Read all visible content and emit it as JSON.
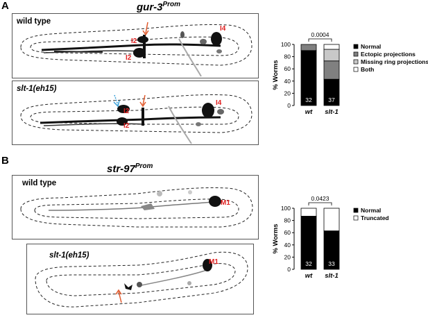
{
  "panel_a": {
    "letter": "A",
    "gene": "gur-3",
    "gene_sup": "Prom",
    "top_image_label": "wild type",
    "bottom_image_label": "slt-1(eh15)",
    "top_neuron_labels": [
      "I2",
      "I2",
      "I4"
    ],
    "bottom_neuron_labels": [
      "I2",
      "I2",
      "I4"
    ]
  },
  "panel_b": {
    "letter": "B",
    "gene": "str-97",
    "gene_sup": "Prom",
    "top_image_label": "wild type",
    "bottom_image_label": "slt-1(eh15)",
    "top_neuron_labels": [
      "M1"
    ],
    "bottom_neuron_labels": [
      "M1"
    ]
  },
  "colors": {
    "outline": "#555555",
    "annotation_red": "#e02020",
    "arrow_orange": "#e0582a",
    "arrow_blue": "#3aa0d8"
  },
  "chart_data": [
    {
      "type": "bar",
      "stacked": true,
      "categories": [
        "wt",
        "slt-1"
      ],
      "ylabel": "% Worms",
      "ylim": [
        0,
        100
      ],
      "yticks": [
        0,
        20,
        40,
        60,
        80,
        100
      ],
      "series": [
        {
          "name": "Normal",
          "color": "#000000",
          "values": [
            90,
            43
          ]
        },
        {
          "name": "Ectopic projections",
          "color": "#808080",
          "values": [
            10,
            30
          ]
        },
        {
          "name": "Missing ring projections",
          "color": "#c8c8c8",
          "values": [
            0,
            19
          ]
        },
        {
          "name": "Both",
          "color": "#ffffff",
          "values": [
            0,
            8
          ]
        }
      ],
      "n_labels": [
        "32",
        "37"
      ],
      "pvalue": "0.0004",
      "legend_position": "right"
    },
    {
      "type": "bar",
      "stacked": true,
      "categories": [
        "wt",
        "slt-1"
      ],
      "ylabel": "% Worms",
      "ylim": [
        0,
        100
      ],
      "yticks": [
        0,
        20,
        40,
        60,
        80,
        100
      ],
      "series": [
        {
          "name": "Normal",
          "color": "#000000",
          "values": [
            87,
            63
          ]
        },
        {
          "name": "Truncated",
          "color": "#ffffff",
          "values": [
            13,
            37
          ]
        }
      ],
      "n_labels": [
        "32",
        "33"
      ],
      "pvalue": "0.0423",
      "legend_position": "right"
    }
  ]
}
